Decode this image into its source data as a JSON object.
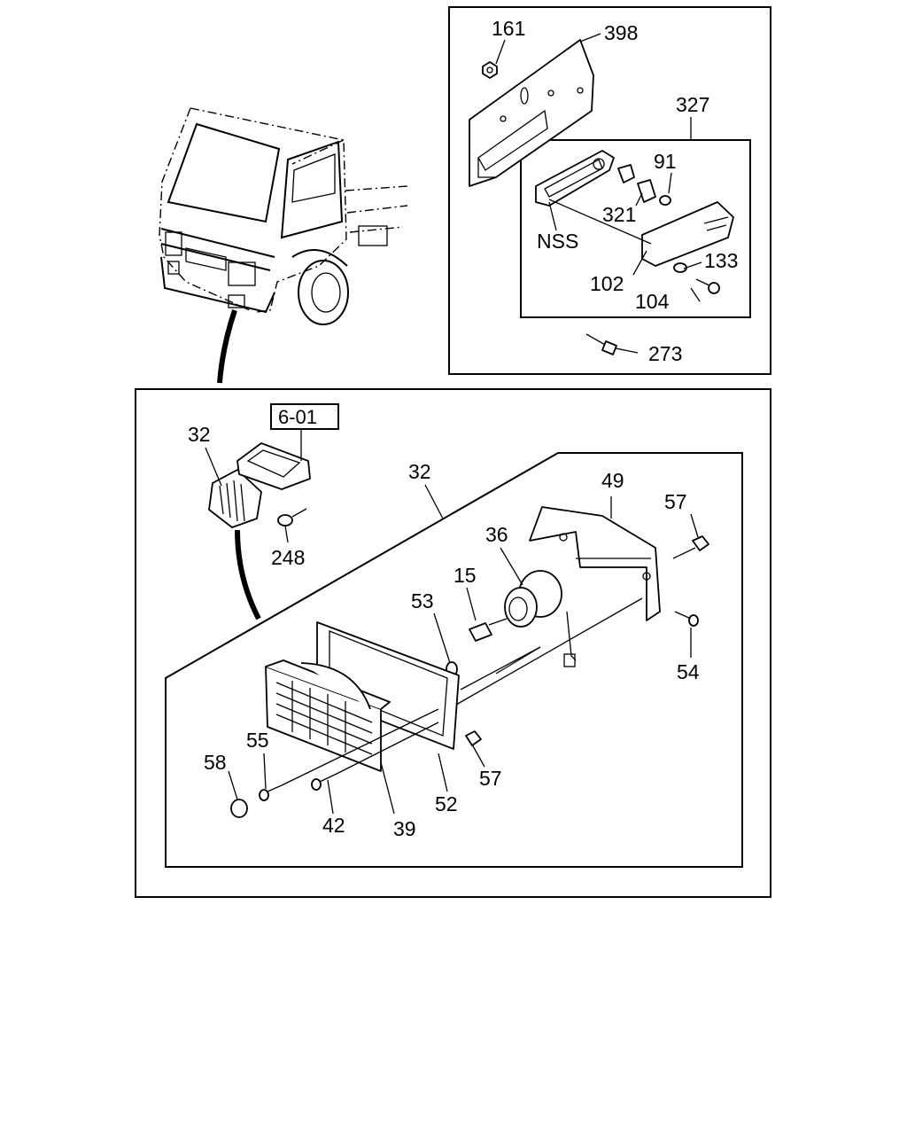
{
  "colors": {
    "background": "#ffffff",
    "ink": "#000000"
  },
  "reference_box": "6-01",
  "marker_light_labels": {
    "nut": "161",
    "bracket": "398",
    "lamp_assy": "327",
    "bulb": "91",
    "socket": "321",
    "nss": "NSS",
    "lens": "102",
    "washer": "133",
    "screw": "104",
    "bolt": "273"
  },
  "fog_lamp_labels": {
    "lamp_small": "32",
    "lamp_assy": "32",
    "clip": "248",
    "bracket": "49",
    "clip_nut_upper": "57",
    "housing": "36",
    "bulb": "15",
    "spacer": "53",
    "bolt": "54",
    "screw_55": "55",
    "cap": "58",
    "screw_42": "42",
    "lens_frame": "39",
    "gasket": "52",
    "clip_nut_lower": "57"
  }
}
